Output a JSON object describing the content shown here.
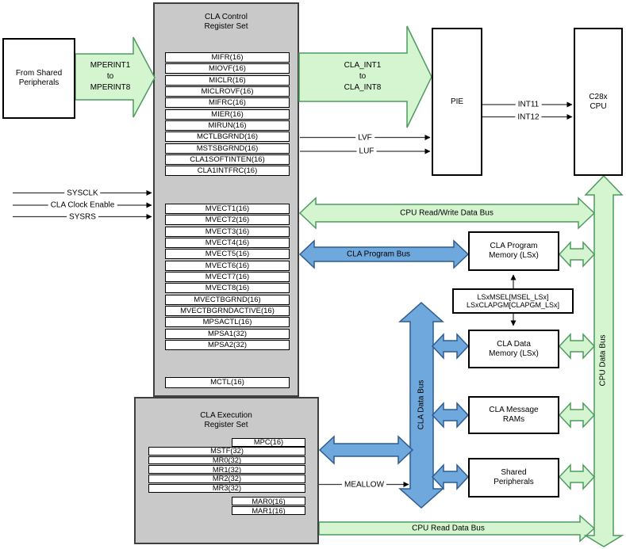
{
  "colors": {
    "green_fill": "#d5f5d0",
    "green_border": "#4d9b5f",
    "blue_fill": "#6fa8dc",
    "blue_border": "#2f5c8f",
    "gray_fill": "#c9c9c9"
  },
  "left_inputs": {
    "from_shared_peripherals": {
      "line1": "From Shared",
      "line2": "Peripherals"
    },
    "mperint_arrow": {
      "line1": "MPERINT1",
      "line2": "to",
      "line3": "MPERINT8"
    },
    "signals": [
      {
        "label": "SYSCLK"
      },
      {
        "label": "CLA Clock Enable"
      },
      {
        "label": "SYSRS"
      }
    ]
  },
  "cla_control_set": {
    "title": {
      "line1": "CLA Control",
      "line2": "Register Set"
    },
    "interrupt_registers": [
      "MIFR(16)",
      "MIOVF(16)",
      "MICLR(16)",
      "MICLROVF(16)",
      "MIFRC(16)",
      "MIER(16)",
      "MIRUN(16)",
      "MCTLBGRND(16)",
      "MSTSBGRND(16)",
      "CLA1SOFTINTEN(16)",
      "CLA1INTFRC(16)"
    ],
    "vector_registers": [
      "MVECT1(16)",
      "MVECT2(16)",
      "MVECT3(16)",
      "MVECT4(16)",
      "MVECT5(16)",
      "MVECT6(16)",
      "MVECT7(16)",
      "MVECT8(16)",
      "MVECTBGRND(16)",
      "MVECTBGRNDACTIVE(16)",
      "MPSACTL(16)",
      "MPSA1(32)",
      "MPSA2(32)"
    ],
    "mctl_register": "MCTL(16)"
  },
  "cla_execution_set": {
    "title": {
      "line1": "CLA Execution",
      "line2": "Register Set"
    },
    "mpc_register": "MPC(16)",
    "core_registers": [
      "MSTF(32)",
      "MR0(32)",
      "MR1(32)",
      "MR2(32)",
      "MR3(32)"
    ],
    "mar_registers": [
      "MAR0(16)",
      "MAR1(16)"
    ]
  },
  "interrupt_path": {
    "cla_int_arrow": {
      "line1": "CLA_INT1",
      "line2": "to",
      "line3": "CLA_INT8"
    },
    "pie_label": "PIE",
    "cpu_label": {
      "line1": "C28x",
      "line2": "CPU"
    },
    "int11": "INT11",
    "int12": "INT12",
    "lvf": "LVF",
    "luf": "LUF"
  },
  "memory_blocks": {
    "program_memory": {
      "line1": "CLA Program",
      "line2": "Memory (LSx)"
    },
    "msel_config": {
      "line1": "LSxMSEL[MSEL_LSx]",
      "line2": "LSxCLAPGM[CLAPGM_LSx]"
    },
    "data_memory": {
      "line1": "CLA Data",
      "line2": "Memory (LSx)"
    },
    "message_rams": {
      "line1": "CLA Message",
      "line2": "RAMs"
    },
    "shared_peripherals": {
      "line1": "Shared",
      "line2": "Peripherals"
    }
  },
  "buses": {
    "cpu_rw_data_bus": "CPU Read/Write Data Bus",
    "cla_program_bus": "CLA Program Bus",
    "cla_data_bus": "CLA Data Bus",
    "cpu_data_bus": "CPU Data Bus",
    "cpu_read_data_bus": "CPU Read Data Bus",
    "meallow": "MEALLOW"
  }
}
